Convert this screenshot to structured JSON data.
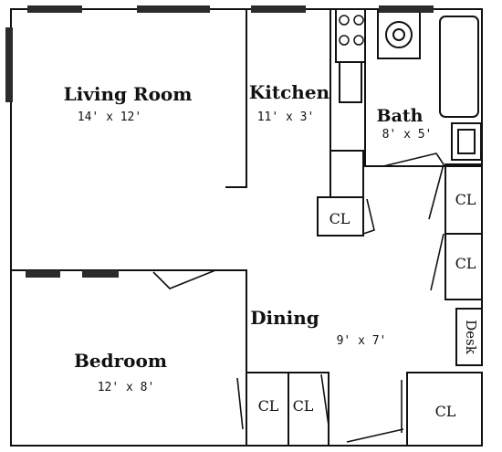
{
  "rooms": {
    "living_room": {
      "name": "Living Room",
      "dims": "14' x 12'"
    },
    "kitchen": {
      "name": "Kitchen",
      "dims": "11' x 3'"
    },
    "bath": {
      "name": "Bath",
      "dims": "8' x 5'"
    },
    "dining": {
      "name": "Dining",
      "dims": "9' x 7'"
    },
    "bedroom": {
      "name": "Bedroom",
      "dims": "12' x 8'"
    }
  },
  "closets": {
    "kitchen": "CL",
    "hall_upper": "CL",
    "hall_lower": "CL",
    "bedroom_left": "CL",
    "bedroom_right": "CL",
    "dining": "CL"
  },
  "desk": "Desk",
  "colors": {
    "line": "#111111",
    "window": "#2b2b2b",
    "background": "#ffffff"
  }
}
